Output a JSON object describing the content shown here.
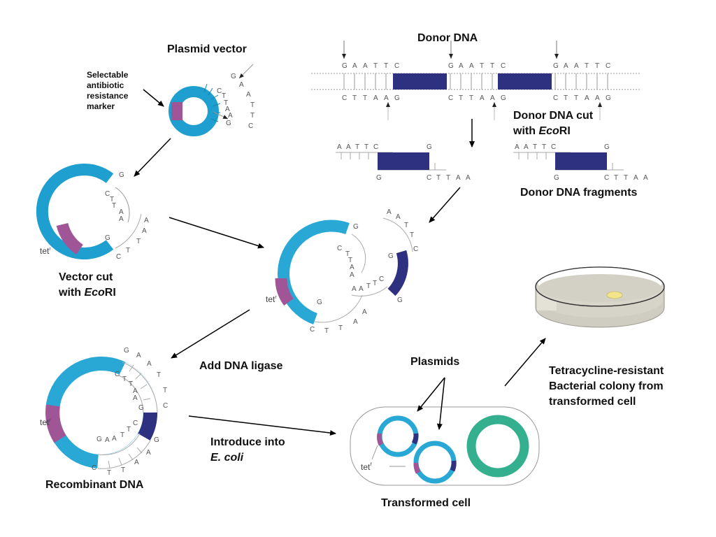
{
  "colors": {
    "vector_blue": "#1e9fd0",
    "vector_blue_light": "#29a8d6",
    "marker_purple": "#a05596",
    "donor_navy": "#2e3080",
    "ecoli_chromosome": "#35b08f",
    "dish_fill": "#d8d5cb",
    "colony": "#f2e48a"
  },
  "labels": {
    "plasmid_vector": "Plasmid vector",
    "marker": [
      "Selectable",
      "antibiotic",
      "resistance",
      "marker"
    ],
    "donor_dna": "Donor DNA",
    "donor_cut_line1": "Donor DNA cut",
    "donor_cut_with": "with ",
    "donor_cut_enzyme_italic": "Eco",
    "donor_cut_enzyme_rest": "RI",
    "donor_fragments": "Donor DNA fragments",
    "vector_cut_line1": "Vector cut",
    "vector_cut_with": "with ",
    "vector_cut_enzyme_italic": "Eco",
    "vector_cut_enzyme_rest": "RI",
    "add_ligase": "Add DNA ligase",
    "recombinant": "Recombinant DNA",
    "introduce_line1": "Introduce into",
    "introduce_line2": "E. coli",
    "plasmids": "Plasmids",
    "transformed_cell": "Transformed cell",
    "colony": [
      "Tetracycline-resistant",
      "Bacterial colony from",
      "transformed cell"
    ],
    "tet": "tet",
    "tet_sup": "r"
  },
  "sequences": {
    "top": [
      "G",
      "A",
      "A",
      "T",
      "T",
      "C"
    ],
    "bottom": [
      "C",
      "T",
      "T",
      "A",
      "A",
      "G"
    ],
    "fragment_top_overhang": [
      "A",
      "A",
      "T",
      "T",
      "C"
    ],
    "fragment_top_end": "G",
    "fragment_bottom_start": "G",
    "fragment_bottom_overhang": [
      "C",
      "T",
      "T",
      "A",
      "A"
    ]
  }
}
